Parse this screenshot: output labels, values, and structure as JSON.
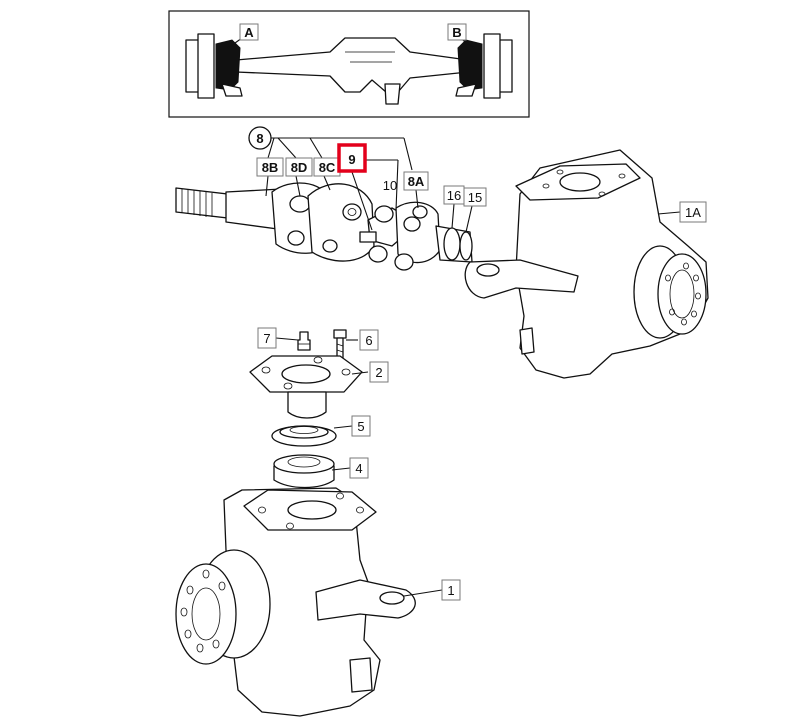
{
  "inset": {
    "label_a": "A",
    "label_b": "B"
  },
  "callouts": {
    "c8": "8",
    "c8b": "8B",
    "c8d": "8D",
    "c8c": "8C",
    "c9": "9",
    "c10": "10",
    "c8a": "8A",
    "c16": "16",
    "c15": "15",
    "c1a": "1A",
    "c7": "7",
    "c6": "6",
    "c2": "2",
    "c5": "5",
    "c4": "4",
    "c1": "1"
  },
  "colors": {
    "highlight": "#e3001b",
    "line": "#111111",
    "box_border": "#7a7a7a"
  }
}
